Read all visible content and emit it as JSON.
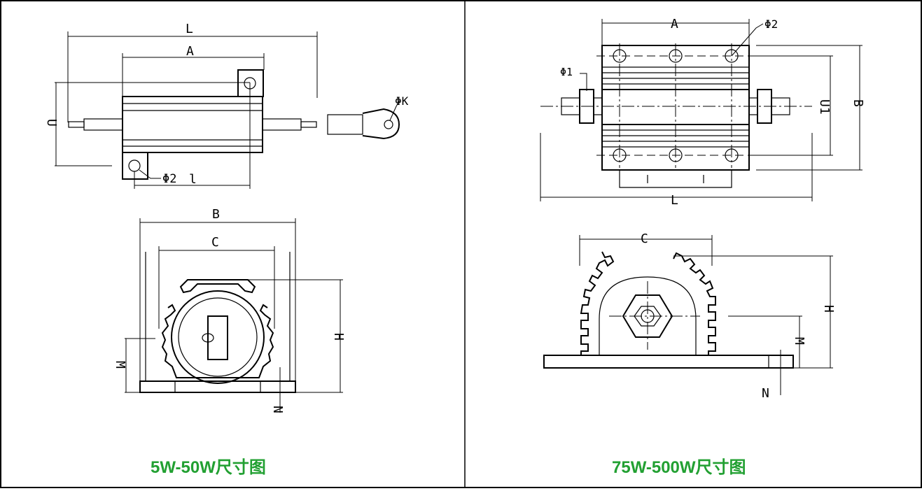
{
  "panels": [
    {
      "caption": "5W-50W尺寸图",
      "labels": {
        "L": "L",
        "A": "A",
        "U": "U",
        "phiK": "ΦK",
        "phi2": "Φ2",
        "l": "l",
        "B": "B",
        "C": "C",
        "H": "H",
        "M": "M",
        "N": "N"
      }
    },
    {
      "caption": "75W-500W尺寸图",
      "labels": {
        "A": "A",
        "phi2": "Φ2",
        "phi1": "Φ1",
        "U1": "U1",
        "B": "B",
        "L": "L",
        "C": "C",
        "H": "H",
        "M": "M",
        "N": "N"
      }
    }
  ],
  "colors": {
    "caption": "#22a032",
    "border": "#000000"
  }
}
